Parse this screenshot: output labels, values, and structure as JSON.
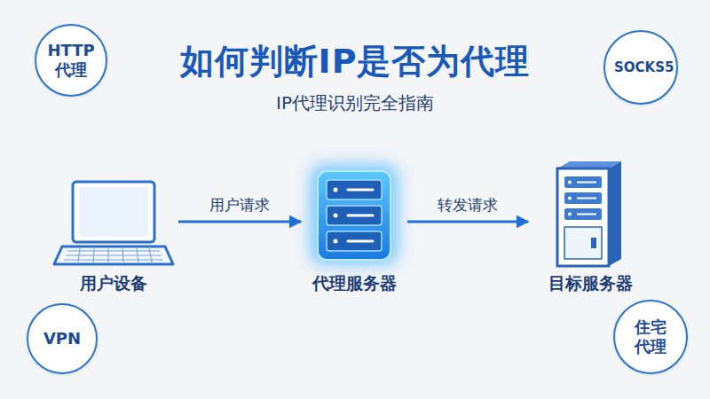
{
  "diagram": {
    "title": "如何判断IP是否为代理",
    "nodes": [
      {
        "text": [
          "HTTP 代理"
        ]
      },
      {
        "text": [
          "SOCKS5"
        ]
      },
      {
        "text": [
          "用户设备"
        ]
      },
      {
        "text": [
          "代理服务器"
        ]
      },
      {
        "text": [
          "目标服务器"
        ]
      },
      {
        "text": [
          "VPN"
        ]
      },
      {
        "text": [
          "住宅 代理"
        ]
      }
    ],
    "edges": [
      {
        "from": 2,
        "to": 3,
        "label": "用户请求",
        "arrow": "to"
      },
      {
        "from": 3,
        "to": 4,
        "label": "转发请求",
        "arrow": "to"
      }
    ],
    "labels": [
      "IP代理识别完全指南"
    ]
  }
}
